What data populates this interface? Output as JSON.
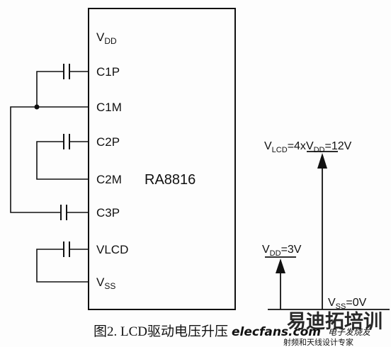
{
  "chip": {
    "name": "RA8816",
    "pins": [
      {
        "main": "V",
        "sub": "DD"
      },
      {
        "main": "C1P"
      },
      {
        "main": "C1M"
      },
      {
        "main": "C2P"
      },
      {
        "main": "C2M"
      },
      {
        "main": "C3P"
      },
      {
        "main": "VLCD"
      },
      {
        "main": "V",
        "sub": "SS"
      }
    ]
  },
  "voltages": {
    "vlcd": {
      "a": "V",
      "a_sub": "LCD",
      "b": "=4x",
      "c": "V",
      "c_sub": "DD",
      "d": "=12V"
    },
    "vdd": {
      "a": "V",
      "a_sub": "DD",
      "b": "=3V"
    },
    "vss": {
      "a": "V",
      "a_sub": "SS",
      "b": "=0V"
    }
  },
  "caption": "图2.  LCD驱动电压升压",
  "watermark": {
    "brand_cn": "电子发烧友",
    "brand_en": "elecfans.com",
    "overlay_cn": "易迪拓培训",
    "tagline": "射频和天线设计专家"
  },
  "colors": {
    "ink": "#111111",
    "watermark_red": "#d9534f",
    "watermark_red_light": "#f2b6b3"
  }
}
